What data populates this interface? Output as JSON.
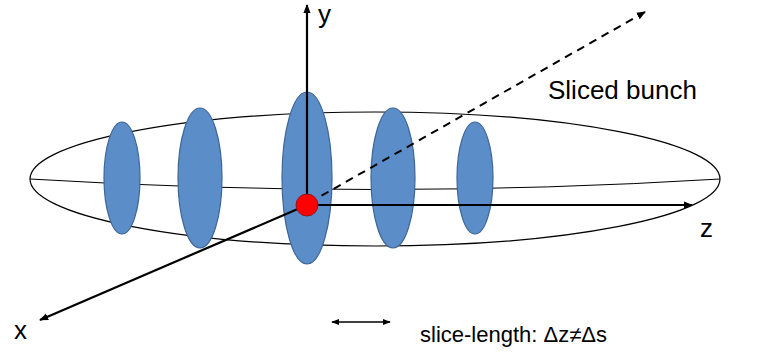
{
  "diagram": {
    "labels": [
      "y",
      "Sliced bunch",
      "z",
      "x",
      "slice-length: Δz≠Δs"
    ]
  }
}
